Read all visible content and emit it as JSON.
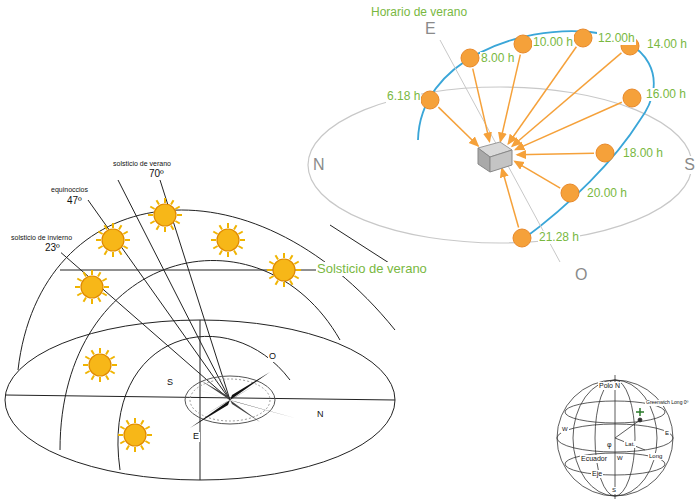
{
  "diagram": {
    "labels": [
      "Horario de verano",
      "E",
      "N",
      "S",
      "O",
      "6.18 h",
      "8.00 h",
      "10.00 h",
      "12.00h",
      "14.00 h",
      "16.00 h",
      "18.00 h",
      "20.00 h",
      "21.28 h",
      "solsticio de verano",
      "70º",
      "equinoccios",
      "47º",
      "solsticio de invierno",
      "23º",
      "Solsticio de verano",
      "S",
      "N",
      "O",
      "E",
      "Polo N",
      "Greenwich Long 0º",
      "W",
      "E",
      "φ",
      "Lat.",
      "Ecuador",
      "W",
      "Long",
      "Eje",
      "S"
    ]
  }
}
